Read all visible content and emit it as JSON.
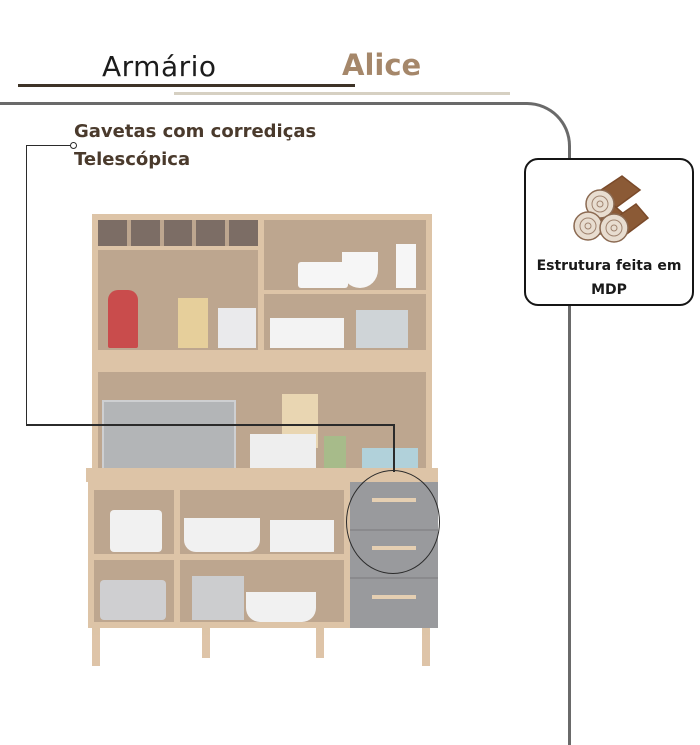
{
  "header": {
    "product_type": "Armário",
    "product_name": "Alice"
  },
  "callouts": {
    "drawers": {
      "line1": "Gavetas com corrediças",
      "line2": "Telescópica"
    }
  },
  "features": [
    {
      "icon": "wood-logs-icon",
      "text_line1": "Estrutura feita em",
      "text_line2": "MDP"
    }
  ],
  "product_image": {
    "description": "Kitchen cabinet with open shelves, microwave niche and 3 gray drawers",
    "drawer_count": 3
  },
  "colors": {
    "title_dark": "#1c1c1c",
    "accent_brown": "#a5876a",
    "callout_text": "#4a3a2c",
    "wood": "#d9bc9c",
    "drawer_gray": "#8c8d90"
  }
}
